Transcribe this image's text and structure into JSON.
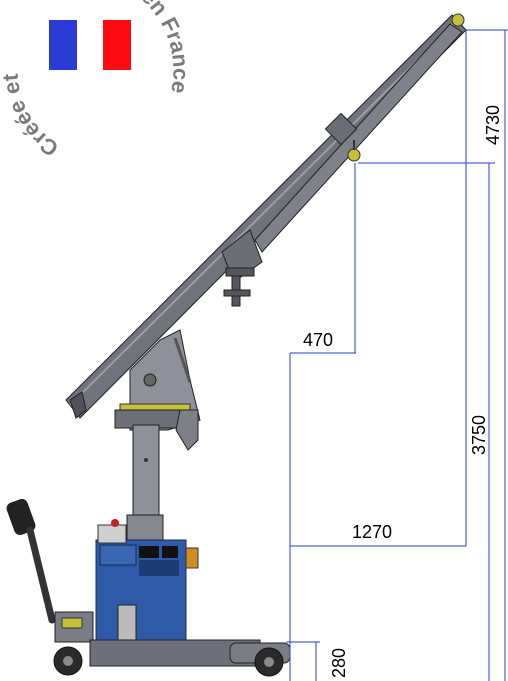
{
  "badge": {
    "text_left": "Créée et",
    "text_right": "en France",
    "flag_colors": [
      "#2b3bd6",
      "#ffffff",
      "#ff0a12"
    ]
  },
  "dimensions": {
    "overall_height": "4730",
    "hook_height": "3750",
    "offset_small": "470",
    "reach": "1270",
    "ground_clearance": "280"
  },
  "colors": {
    "dimension_lines": "#2b3bd6",
    "arm_steel": "#7b7b86",
    "base_blue": "#2e5aa7",
    "accent_yellow": "#c7c03a"
  }
}
